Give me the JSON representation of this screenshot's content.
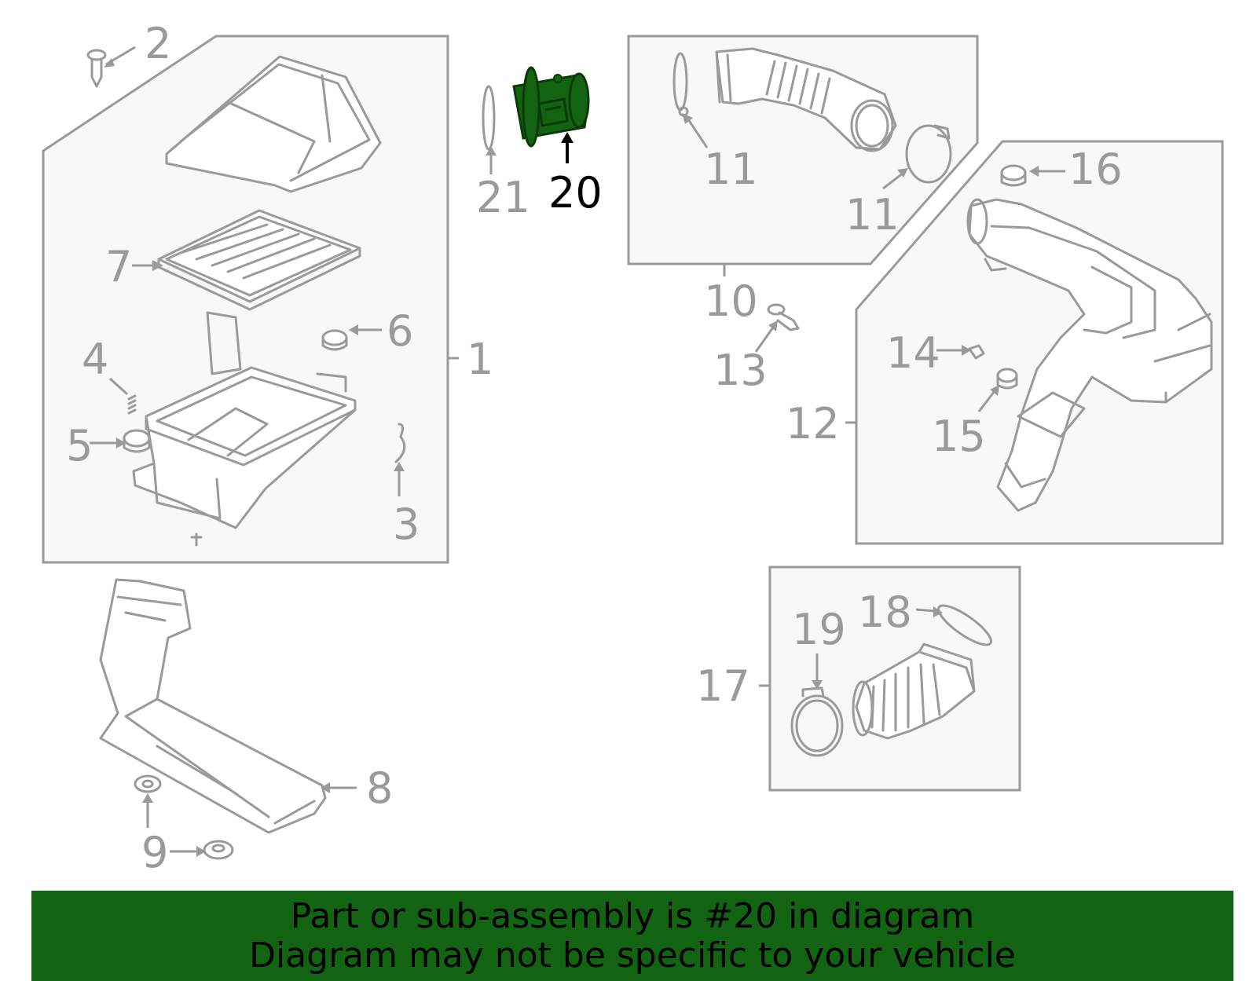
{
  "diagram": {
    "highlight_color": "#126412",
    "callouts": {
      "c1": "1",
      "c2": "2",
      "c3": "3",
      "c4": "4",
      "c5": "5",
      "c6": "6",
      "c7": "7",
      "c8": "8",
      "c9": "9",
      "c10": "10",
      "c11a": "11",
      "c11b": "11",
      "c12": "12",
      "c13": "13",
      "c14": "14",
      "c15": "15",
      "c16": "16",
      "c17": "17",
      "c18": "18",
      "c19": "19",
      "c20": "20",
      "c21": "21"
    },
    "highlighted_part": "20"
  },
  "banner": {
    "line1": "Part or sub-assembly is #20 in diagram",
    "line2": "Diagram may not be specific to your vehicle"
  }
}
